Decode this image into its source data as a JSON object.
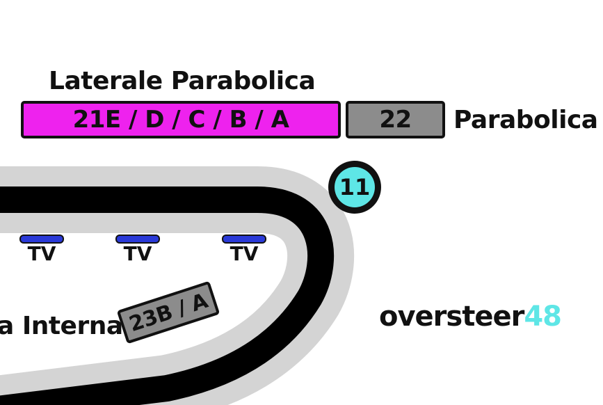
{
  "labels": {
    "laterale_parabolica": "Laterale Parabolica",
    "parabolica": "Parabolica",
    "interna": "a Interna"
  },
  "stands": {
    "laterale": "21E / D / C / B / A",
    "parabolica": "22",
    "interna": "23B / A"
  },
  "tv_markers": [
    "TV",
    "TV",
    "TV"
  ],
  "turn_badge": "11",
  "logo": {
    "word": "oversteer",
    "number": "48"
  },
  "colors": {
    "laterale_stand": "#ee22ee",
    "gray_stand": "#8c8c8c",
    "tv": "#2a3ad8",
    "turn_badge": "#5ee6e6",
    "runoff": "#d4d4d4",
    "track": "#000000"
  }
}
